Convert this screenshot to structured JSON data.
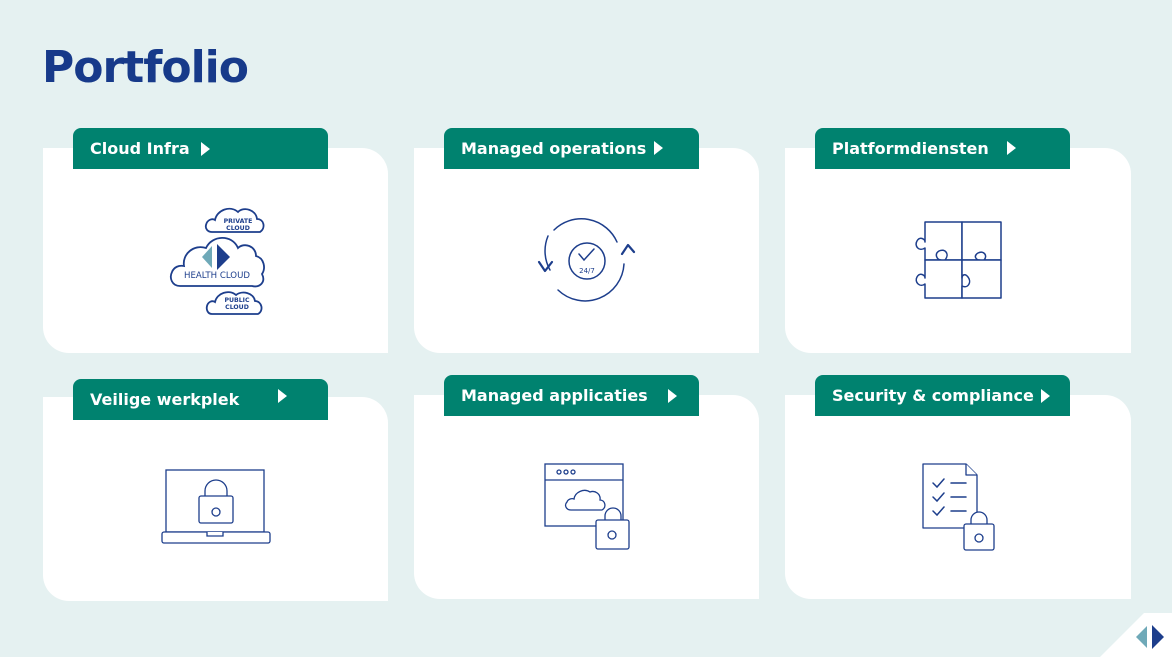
{
  "page": {
    "title": "Portfolio"
  },
  "tiles": [
    {
      "label": "Cloud Infra",
      "icon": "health-cloud-icon",
      "icon_text": {
        "private": "PRIVATE",
        "private2": "CLOUD",
        "health": "HEALTH CLOUD",
        "public": "PUBLIC",
        "public2": "CLOUD"
      }
    },
    {
      "label": "Managed operations",
      "icon": "24-7-cycle-icon",
      "icon_text": {
        "hours": "24/7"
      }
    },
    {
      "label": "Platformdiensten",
      "icon": "puzzle-icon"
    },
    {
      "label": "Veilige werkplek",
      "icon": "laptop-lock-icon"
    },
    {
      "label": "Managed applicaties",
      "icon": "browser-cloud-lock-icon"
    },
    {
      "label": "Security & compliance",
      "icon": "checklist-lock-icon"
    }
  ],
  "colors": {
    "background": "#e5f1f1",
    "accent": "#00826f",
    "title": "#173a8a",
    "icon_stroke": "#1d3e8c",
    "logo_light": "#6fa9b8"
  }
}
